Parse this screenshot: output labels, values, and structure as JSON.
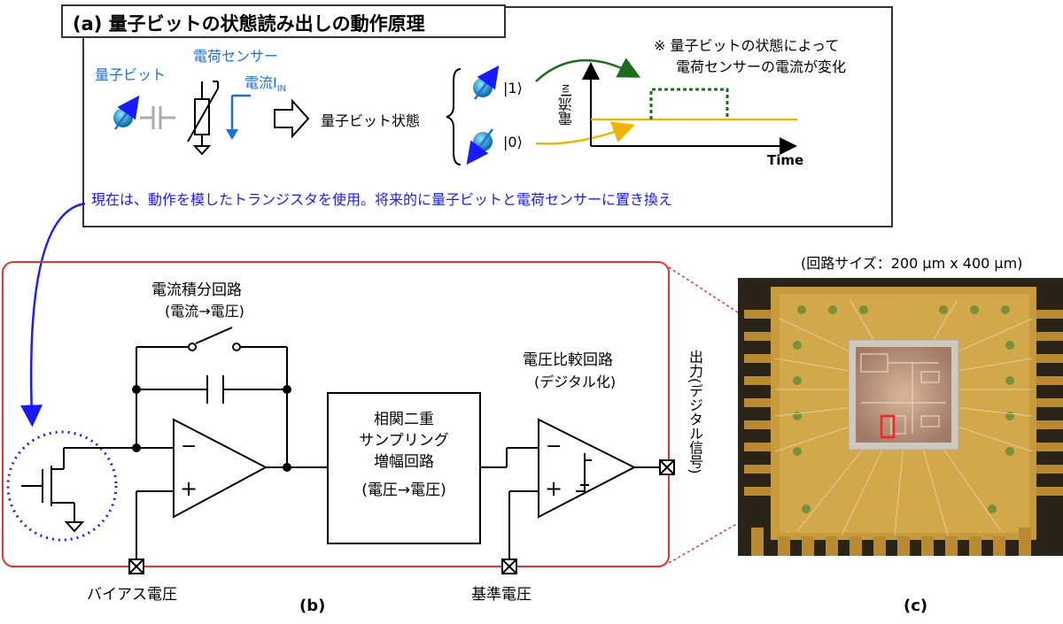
{
  "panel_a": {
    "title": "(a) 量子ビットの状態読み出しの動作原理",
    "qubit_label": "量子ビット",
    "sensor_label": "電荷センサー",
    "current_label": "電流",
    "current_sub": "I",
    "current_subsub": "IN",
    "state_label": "量子ビット状態",
    "ket1": "|1⟩",
    "ket0": "|0⟩",
    "axis_ylabel": "電流I",
    "axis_ylabel_sub": "IN",
    "axis_xlabel": "Time",
    "note_line1": "※ 量子ビットの状態によって",
    "note_line2": "電荷センサーの電流が変化",
    "footer": "現在は、動作を模したトランジスタを使用。将来的に量子ビットと電荷センサーに置き換え"
  },
  "panel_b": {
    "integrator_title": "電流積分回路",
    "integrator_sub": "(電流→電圧)",
    "cds_line1": "相関二重",
    "cds_line2": "サンプリング",
    "cds_line3": "増幅回路",
    "cds_line4": "(電圧→電圧)",
    "comparator_title": "電圧比較回路",
    "comparator_sub": "(デジタル化)",
    "minus": "−",
    "plus": "+",
    "bias_label": "バイアス電圧",
    "reference_label": "基準電圧",
    "output_label": "出力(デジタル信号)",
    "caption": "(b)"
  },
  "panel_c": {
    "size_label": "(回路サイズ：200 μm x 400 μm)",
    "caption": "(c)"
  },
  "colors": {
    "red_frame": "#e8322d",
    "blue_arrow": "#1a1aff",
    "green": "#1e6b1e",
    "orange": "#f0b400",
    "gold": "#c79a3c"
  }
}
